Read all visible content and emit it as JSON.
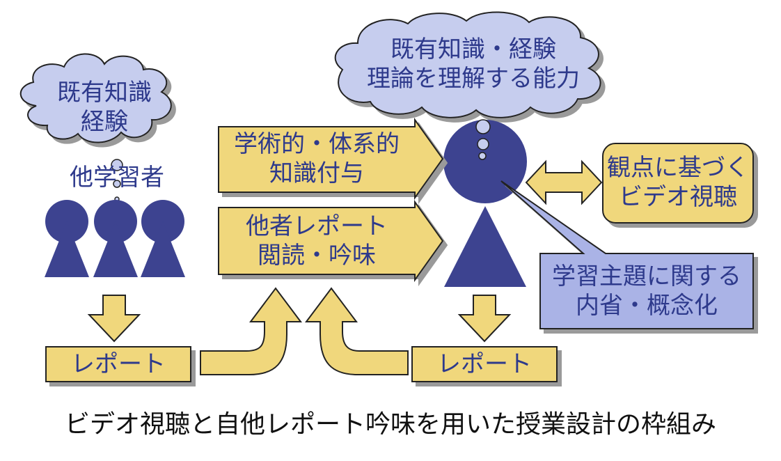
{
  "clouds": {
    "left": {
      "line1": "既有知識",
      "line2": "経験"
    },
    "top": {
      "line1": "既有知識・経験",
      "line2": "理論を理解する能力"
    }
  },
  "other_learners_label": "他学習者",
  "input_boxes": {
    "academic": {
      "line1": "学術的・体系的",
      "line2": "知識付与"
    },
    "peer_reports": {
      "line1": "他者レポート",
      "line2": "閲読・吟味"
    }
  },
  "video_box": {
    "line1": "観点に基づく",
    "line2": "ビデオ視聴"
  },
  "reflection_callout": {
    "line1": "学習主題に関する",
    "line2": "内省・概念化"
  },
  "report_boxes": {
    "left": "レポート",
    "right": "レポート"
  },
  "caption": "ビデオ視聴と自他レポート吟味を用いた授業設計の枠組み",
  "colors": {
    "cloud_fill": "#c6cdee",
    "person_fill": "#3d4390",
    "box_fill": "#f0d77c",
    "video_box_fill": "#f0d77c",
    "callout_fill": "#aab3e6",
    "text_blue": "#2e3a8c",
    "outline": "#222222"
  }
}
